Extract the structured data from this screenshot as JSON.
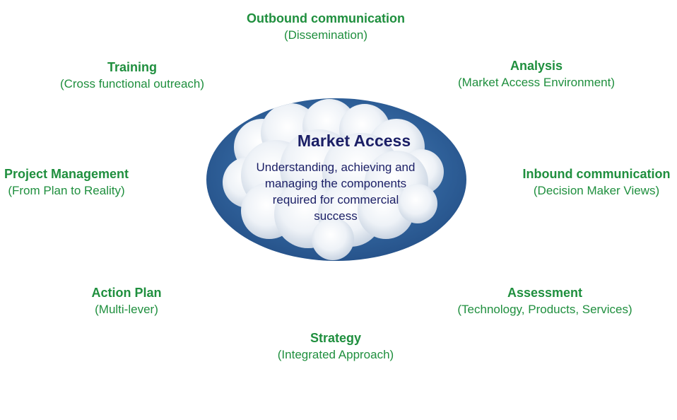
{
  "center": {
    "title": "Market Access",
    "description": "Understanding, achieving and managing the components required for commercial success"
  },
  "nodes": [
    {
      "title": "Outbound communication",
      "subtitle": "(Dissemination)"
    },
    {
      "title": "Analysis",
      "subtitle": "(Market Access Environment)"
    },
    {
      "title": "Inbound communication",
      "subtitle": "(Decision Maker Views)"
    },
    {
      "title": "Assessment",
      "subtitle": "(Technology, Products, Services)"
    },
    {
      "title": "Strategy",
      "subtitle": "(Integrated Approach)"
    },
    {
      "title": "Action Plan",
      "subtitle": "(Multi-lever)"
    },
    {
      "title": "Project Management",
      "subtitle": "(From Plan to Reality)"
    },
    {
      "title": "Training",
      "subtitle": "(Cross functional outreach)"
    }
  ],
  "colors": {
    "node_text": "#1f8f3e",
    "center_text": "#1b1f66",
    "ellipse_sky": "#2e5f98"
  }
}
